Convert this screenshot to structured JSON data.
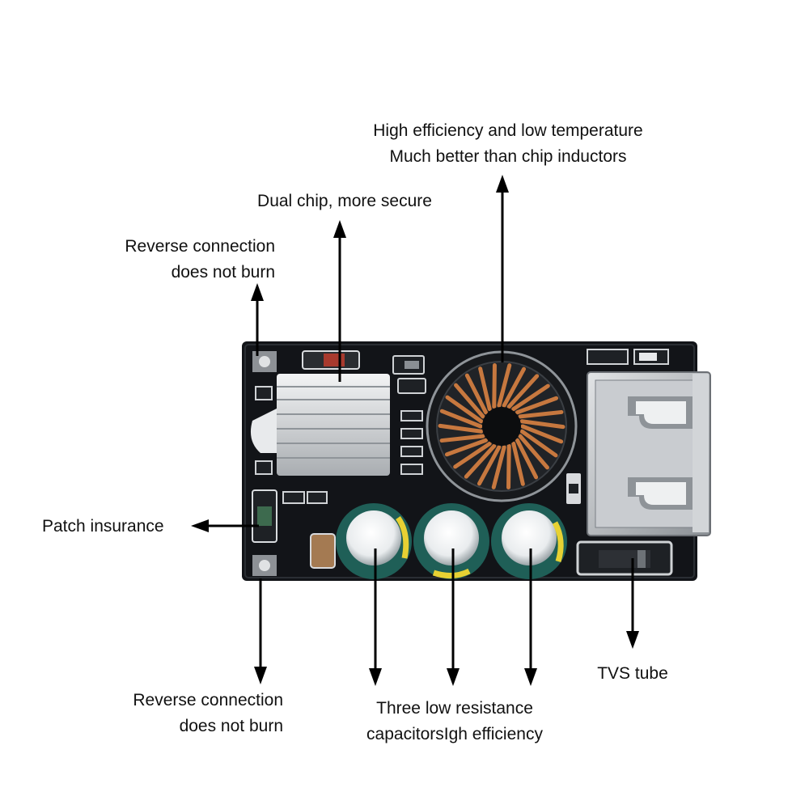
{
  "labels": {
    "inductor": {
      "line1": "High efficiency and low temperature",
      "line2": "Much better than chip inductors"
    },
    "dual_chip": "Dual chip, more secure",
    "reverse_top": {
      "line1": "Reverse connection",
      "line2": "does not burn"
    },
    "patch_insurance": "Patch insurance",
    "reverse_bottom": {
      "line1": "Reverse connection",
      "line2": "does not burn"
    },
    "capacitors": {
      "line1": "Three low resistance",
      "line2": "capacitorsIgh efficiency"
    },
    "tvs": "TVS tube"
  },
  "colors": {
    "pcb": "#121418",
    "heatsink": "#d9dcdf",
    "copper": "#c7783f",
    "capacitor": "#1f5f57",
    "usb_metal": "#b9bcbf",
    "arrow": "#000000"
  },
  "icons": {
    "arrows": "arrow-icon"
  }
}
